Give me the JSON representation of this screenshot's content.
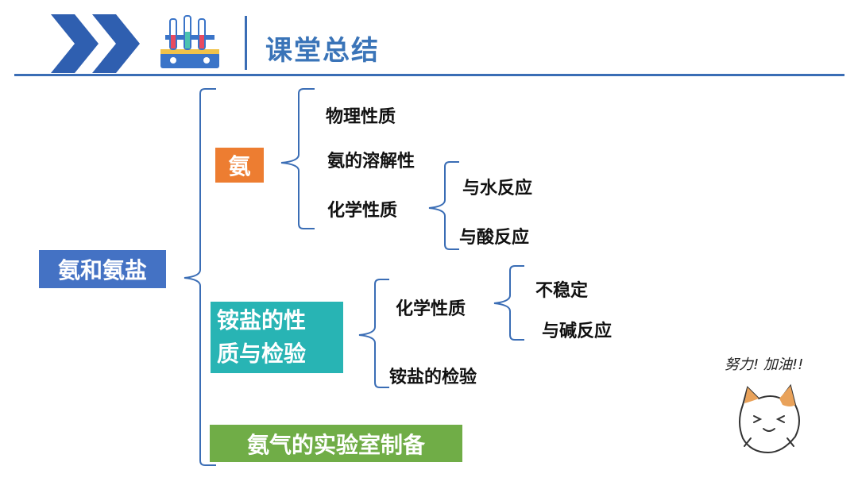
{
  "header": {
    "title": "课堂总结"
  },
  "root": "氨和氨盐",
  "branches": {
    "ammonia": {
      "label": "氨",
      "items": [
        "物理性质",
        "氨的溶解性",
        "化学性质"
      ],
      "chemical_items": [
        "与水反应",
        "与酸反应"
      ]
    },
    "ammonium_salt": {
      "label_line1": "铵盐的性",
      "label_line2": "质与检验",
      "items": [
        "化学性质",
        "铵盐的检验"
      ],
      "chemical_items": [
        "不稳定",
        "与碱反应"
      ]
    },
    "lab_prep": {
      "label": "氨气的实验室制备"
    }
  },
  "sticker": {
    "text": "努力! 加油!!"
  },
  "colors": {
    "accent_blue": "#4472c4",
    "orange": "#ed7d31",
    "teal": "#28b4b4",
    "green": "#70ad47",
    "line": "#3a6db5"
  }
}
